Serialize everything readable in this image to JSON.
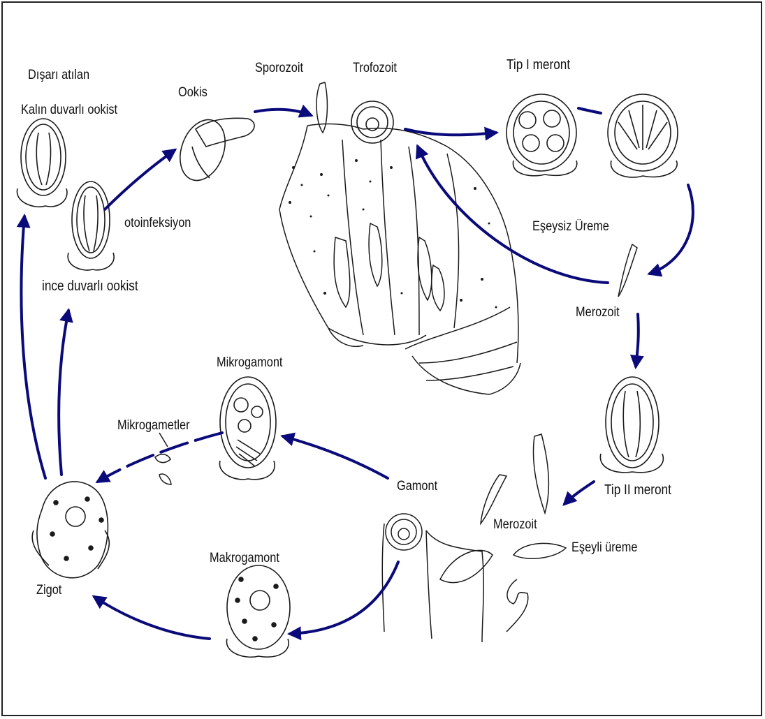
{
  "labels": {
    "disari_atilan": "Dışarı atılan",
    "kalin_duvarli": "Kalın duvarlı ookist",
    "ookis": "Ookis",
    "sporozoit": "Sporozoit",
    "trofozoit": "Trofozoit",
    "tip1": "Tip I meront",
    "otoinfeksiyon": "otoinfeksiyon",
    "ince_duvarli": "ince duvarlı ookist",
    "eseysiz": "Eşeysiz Üreme",
    "merozoit1": "Merozoit",
    "mikrogamont": "Mikrogamont",
    "mikrogametler": "Mikrogametler",
    "gamont": "Gamont",
    "tip2": "Tip II meront",
    "merozoit2": "Merozoit",
    "eseyli": "Eşeyli üreme",
    "makrogamont": "Makrogamont",
    "zigot": "Zigot"
  },
  "colors": {
    "arrow": "#0a0a7a",
    "ink": "#1a1a1a",
    "frame": "#222222"
  }
}
